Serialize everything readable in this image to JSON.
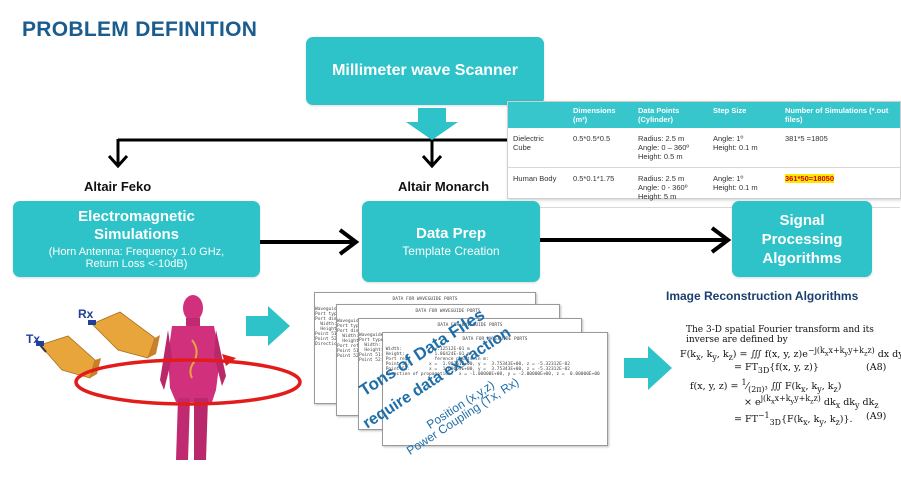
{
  "title": "PROBLEM DEFINITION",
  "scanner": "Millimeter wave Scanner",
  "label_feko": "Altair Feko",
  "label_monarch": "Altair Monarch",
  "em_box": {
    "title": "Electromagnetic Simulations",
    "line1": "(Horn Antenna: Frequency 1.0 GHz,",
    "line2": "Return Loss <-10dB)"
  },
  "prep_box": {
    "title": "Data Prep",
    "subtitle": "Template Creation"
  },
  "sig_box": {
    "title": "Signal Processing Algorithms"
  },
  "table": {
    "headers": [
      "",
      "Dimensions (m³)",
      "Data Points (Cylinder)",
      "Step Size",
      "Number of Simulations (*.out files)"
    ],
    "rows": [
      [
        "Dielectric Cube",
        "0.5*0.5*0.5",
        "Radius: 2.5 m\nAngle: 0 – 360º\nHeight: 0.5 m",
        "Angle: 1º\nHeight: 0.1 m",
        "381*5 =1805"
      ],
      [
        "Human Body",
        "0.5*0.1*1.75",
        "Radius: 2.5 m\nAngle: 0 - 360º\nHeight: 5 m",
        "Angle: 1º\nHeight: 0.1 m",
        "361*50=18050"
      ]
    ]
  },
  "antenna_tx": "Tx",
  "antenna_rx": "Rx",
  "data_files": {
    "line1": "Tons of Data Files",
    "line2": "require data extraction",
    "line3": "Position (x,y,z)",
    "line4": "Power Coupling (Tx, Rx)"
  },
  "doc_header": "DATA FOR WAVEGUIDE PORTS",
  "image_recon": "Image Reconstruction Algorithms",
  "formula_caption": "The 3-D spatial Fourier transform and its inverse are defined by",
  "eq_num_1": "(A8)",
  "eq_num_2": "(A9)",
  "colors": {
    "teal": "#2ec3c9",
    "title_blue": "#1a5c8e",
    "arrow_red": "#e21b1b"
  }
}
